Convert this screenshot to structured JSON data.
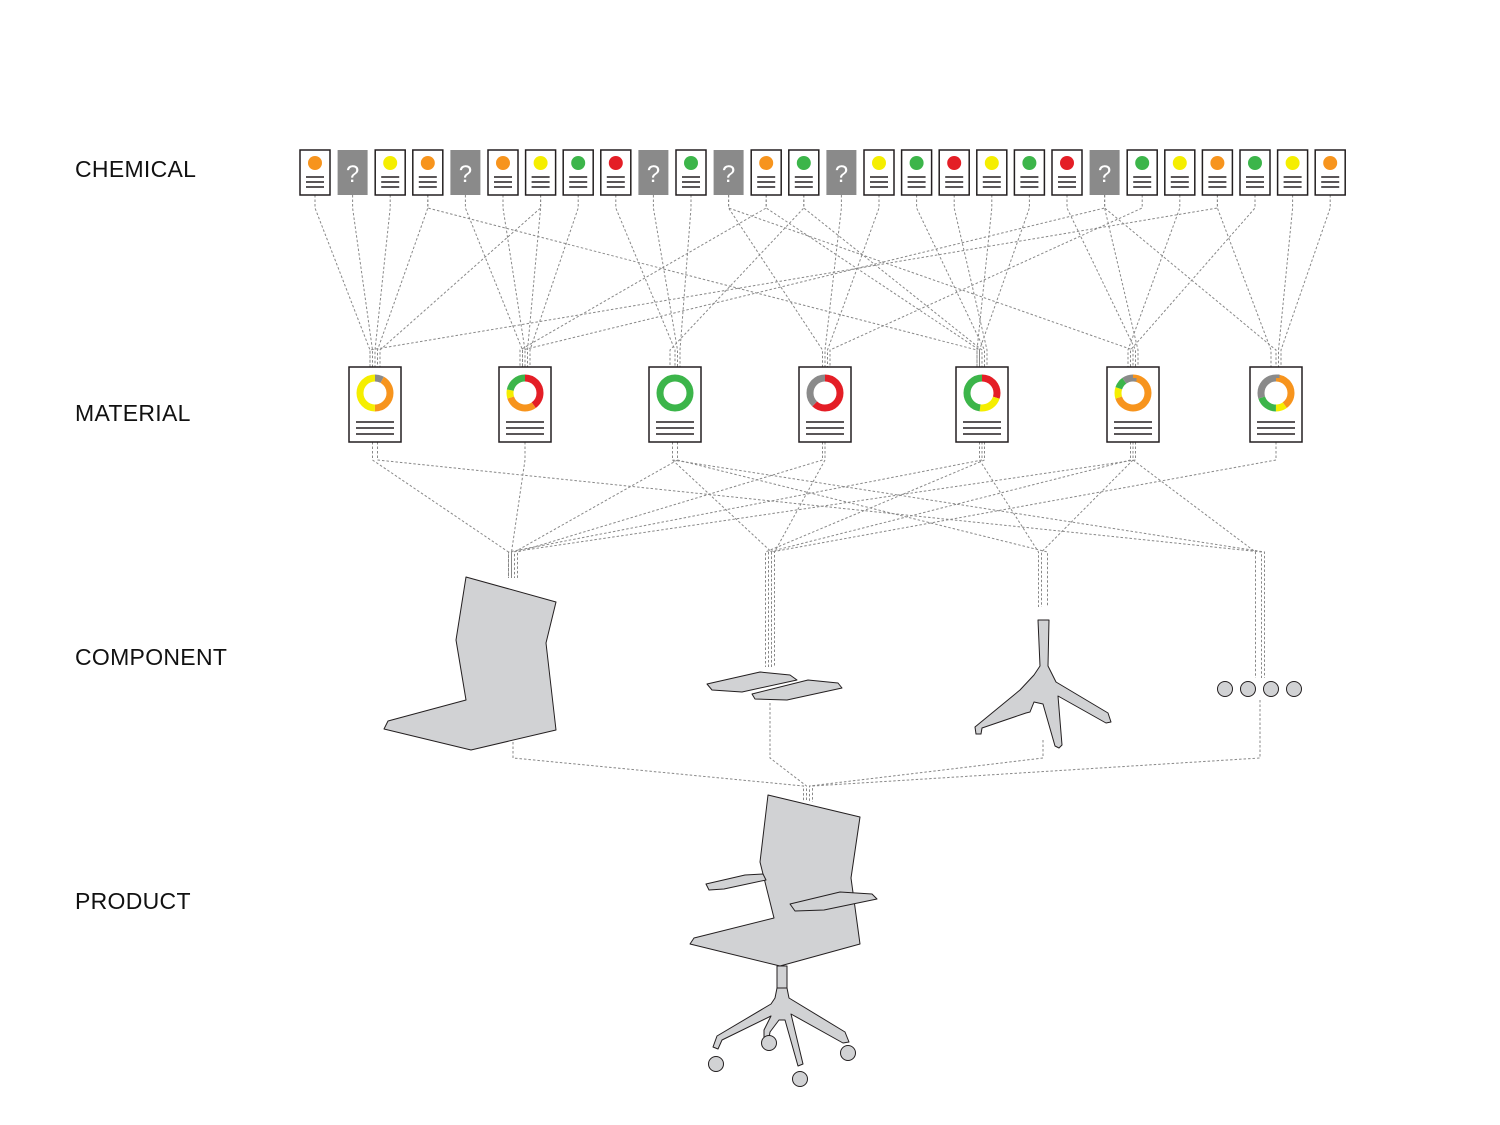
{
  "colors": {
    "green": "#3cb54a",
    "yellow": "#f5ee00",
    "orange": "#f7941d",
    "red": "#e41e26",
    "unknown": "#8a8a8a",
    "shape_fill": "#d1d2d4",
    "line": "#888888",
    "outline": "#231f20"
  },
  "tiers": {
    "chemical": "CHEMICAL",
    "material": "MATERIAL",
    "component": "COMPONENT",
    "product": "PRODUCT"
  },
  "chemicals": [
    {
      "status": "orange"
    },
    {
      "status": "unknown",
      "mark": "?"
    },
    {
      "status": "yellow"
    },
    {
      "status": "orange"
    },
    {
      "status": "unknown",
      "mark": "?"
    },
    {
      "status": "orange"
    },
    {
      "status": "yellow"
    },
    {
      "status": "green"
    },
    {
      "status": "red"
    },
    {
      "status": "unknown",
      "mark": "?"
    },
    {
      "status": "green"
    },
    {
      "status": "unknown",
      "mark": "?"
    },
    {
      "status": "orange"
    },
    {
      "status": "green"
    },
    {
      "status": "unknown",
      "mark": "?"
    },
    {
      "status": "yellow"
    },
    {
      "status": "green"
    },
    {
      "status": "red"
    },
    {
      "status": "yellow"
    },
    {
      "status": "green"
    },
    {
      "status": "red"
    },
    {
      "status": "unknown",
      "mark": "?"
    },
    {
      "status": "green"
    },
    {
      "status": "yellow"
    },
    {
      "status": "orange"
    },
    {
      "status": "green"
    },
    {
      "status": "yellow"
    },
    {
      "status": "orange"
    }
  ],
  "materials": [
    {
      "composition": [
        {
          "status": "unknown",
          "share": 0.08
        },
        {
          "status": "orange",
          "share": 0.42
        },
        {
          "status": "yellow",
          "share": 0.5
        }
      ]
    },
    {
      "composition": [
        {
          "status": "red",
          "share": 0.4
        },
        {
          "status": "orange",
          "share": 0.3
        },
        {
          "status": "yellow",
          "share": 0.08
        },
        {
          "status": "green",
          "share": 0.22
        }
      ]
    },
    {
      "composition": [
        {
          "status": "green",
          "share": 1.0
        }
      ]
    },
    {
      "composition": [
        {
          "status": "red",
          "share": 0.62
        },
        {
          "status": "unknown",
          "share": 0.38
        }
      ]
    },
    {
      "composition": [
        {
          "status": "red",
          "share": 0.3
        },
        {
          "status": "yellow",
          "share": 0.22
        },
        {
          "status": "green",
          "share": 0.48
        }
      ]
    },
    {
      "composition": [
        {
          "status": "orange",
          "share": 0.7
        },
        {
          "status": "yellow",
          "share": 0.1
        },
        {
          "status": "green",
          "share": 0.1
        },
        {
          "status": "unknown",
          "share": 0.1
        }
      ]
    },
    {
      "composition": [
        {
          "status": "orange",
          "share": 0.4
        },
        {
          "status": "yellow",
          "share": 0.1
        },
        {
          "status": "green",
          "share": 0.2
        },
        {
          "status": "unknown",
          "share": 0.3
        }
      ]
    }
  ],
  "components": [
    {
      "name": "seat-shell"
    },
    {
      "name": "armrests"
    },
    {
      "name": "base"
    },
    {
      "name": "casters"
    }
  ],
  "product": {
    "name": "office-chair"
  },
  "links": {
    "chemical_to_material": [
      [
        0,
        0
      ],
      [
        1,
        0
      ],
      [
        2,
        0
      ],
      [
        3,
        0
      ],
      [
        6,
        0
      ],
      [
        24,
        0
      ],
      [
        4,
        1
      ],
      [
        5,
        1
      ],
      [
        6,
        1
      ],
      [
        7,
        1
      ],
      [
        12,
        1
      ],
      [
        21,
        1
      ],
      [
        8,
        2
      ],
      [
        9,
        2
      ],
      [
        10,
        2
      ],
      [
        13,
        2
      ],
      [
        11,
        3
      ],
      [
        14,
        3
      ],
      [
        15,
        3
      ],
      [
        22,
        3
      ],
      [
        3,
        4
      ],
      [
        12,
        4
      ],
      [
        13,
        4
      ],
      [
        16,
        4
      ],
      [
        17,
        4
      ],
      [
        18,
        4
      ],
      [
        19,
        4
      ],
      [
        11,
        5
      ],
      [
        20,
        5
      ],
      [
        21,
        5
      ],
      [
        23,
        5
      ],
      [
        25,
        5
      ],
      [
        21,
        6
      ],
      [
        26,
        6
      ],
      [
        27,
        6
      ],
      [
        24,
        6
      ]
    ],
    "material_to_component": [
      [
        0,
        0
      ],
      [
        1,
        0
      ],
      [
        2,
        0
      ],
      [
        3,
        0
      ],
      [
        4,
        0
      ],
      [
        5,
        0
      ],
      [
        2,
        1
      ],
      [
        3,
        1
      ],
      [
        4,
        1
      ],
      [
        5,
        1
      ],
      [
        6,
        1
      ],
      [
        2,
        2
      ],
      [
        4,
        2
      ],
      [
        5,
        2
      ],
      [
        0,
        3
      ],
      [
        2,
        3
      ],
      [
        5,
        3
      ]
    ]
  }
}
